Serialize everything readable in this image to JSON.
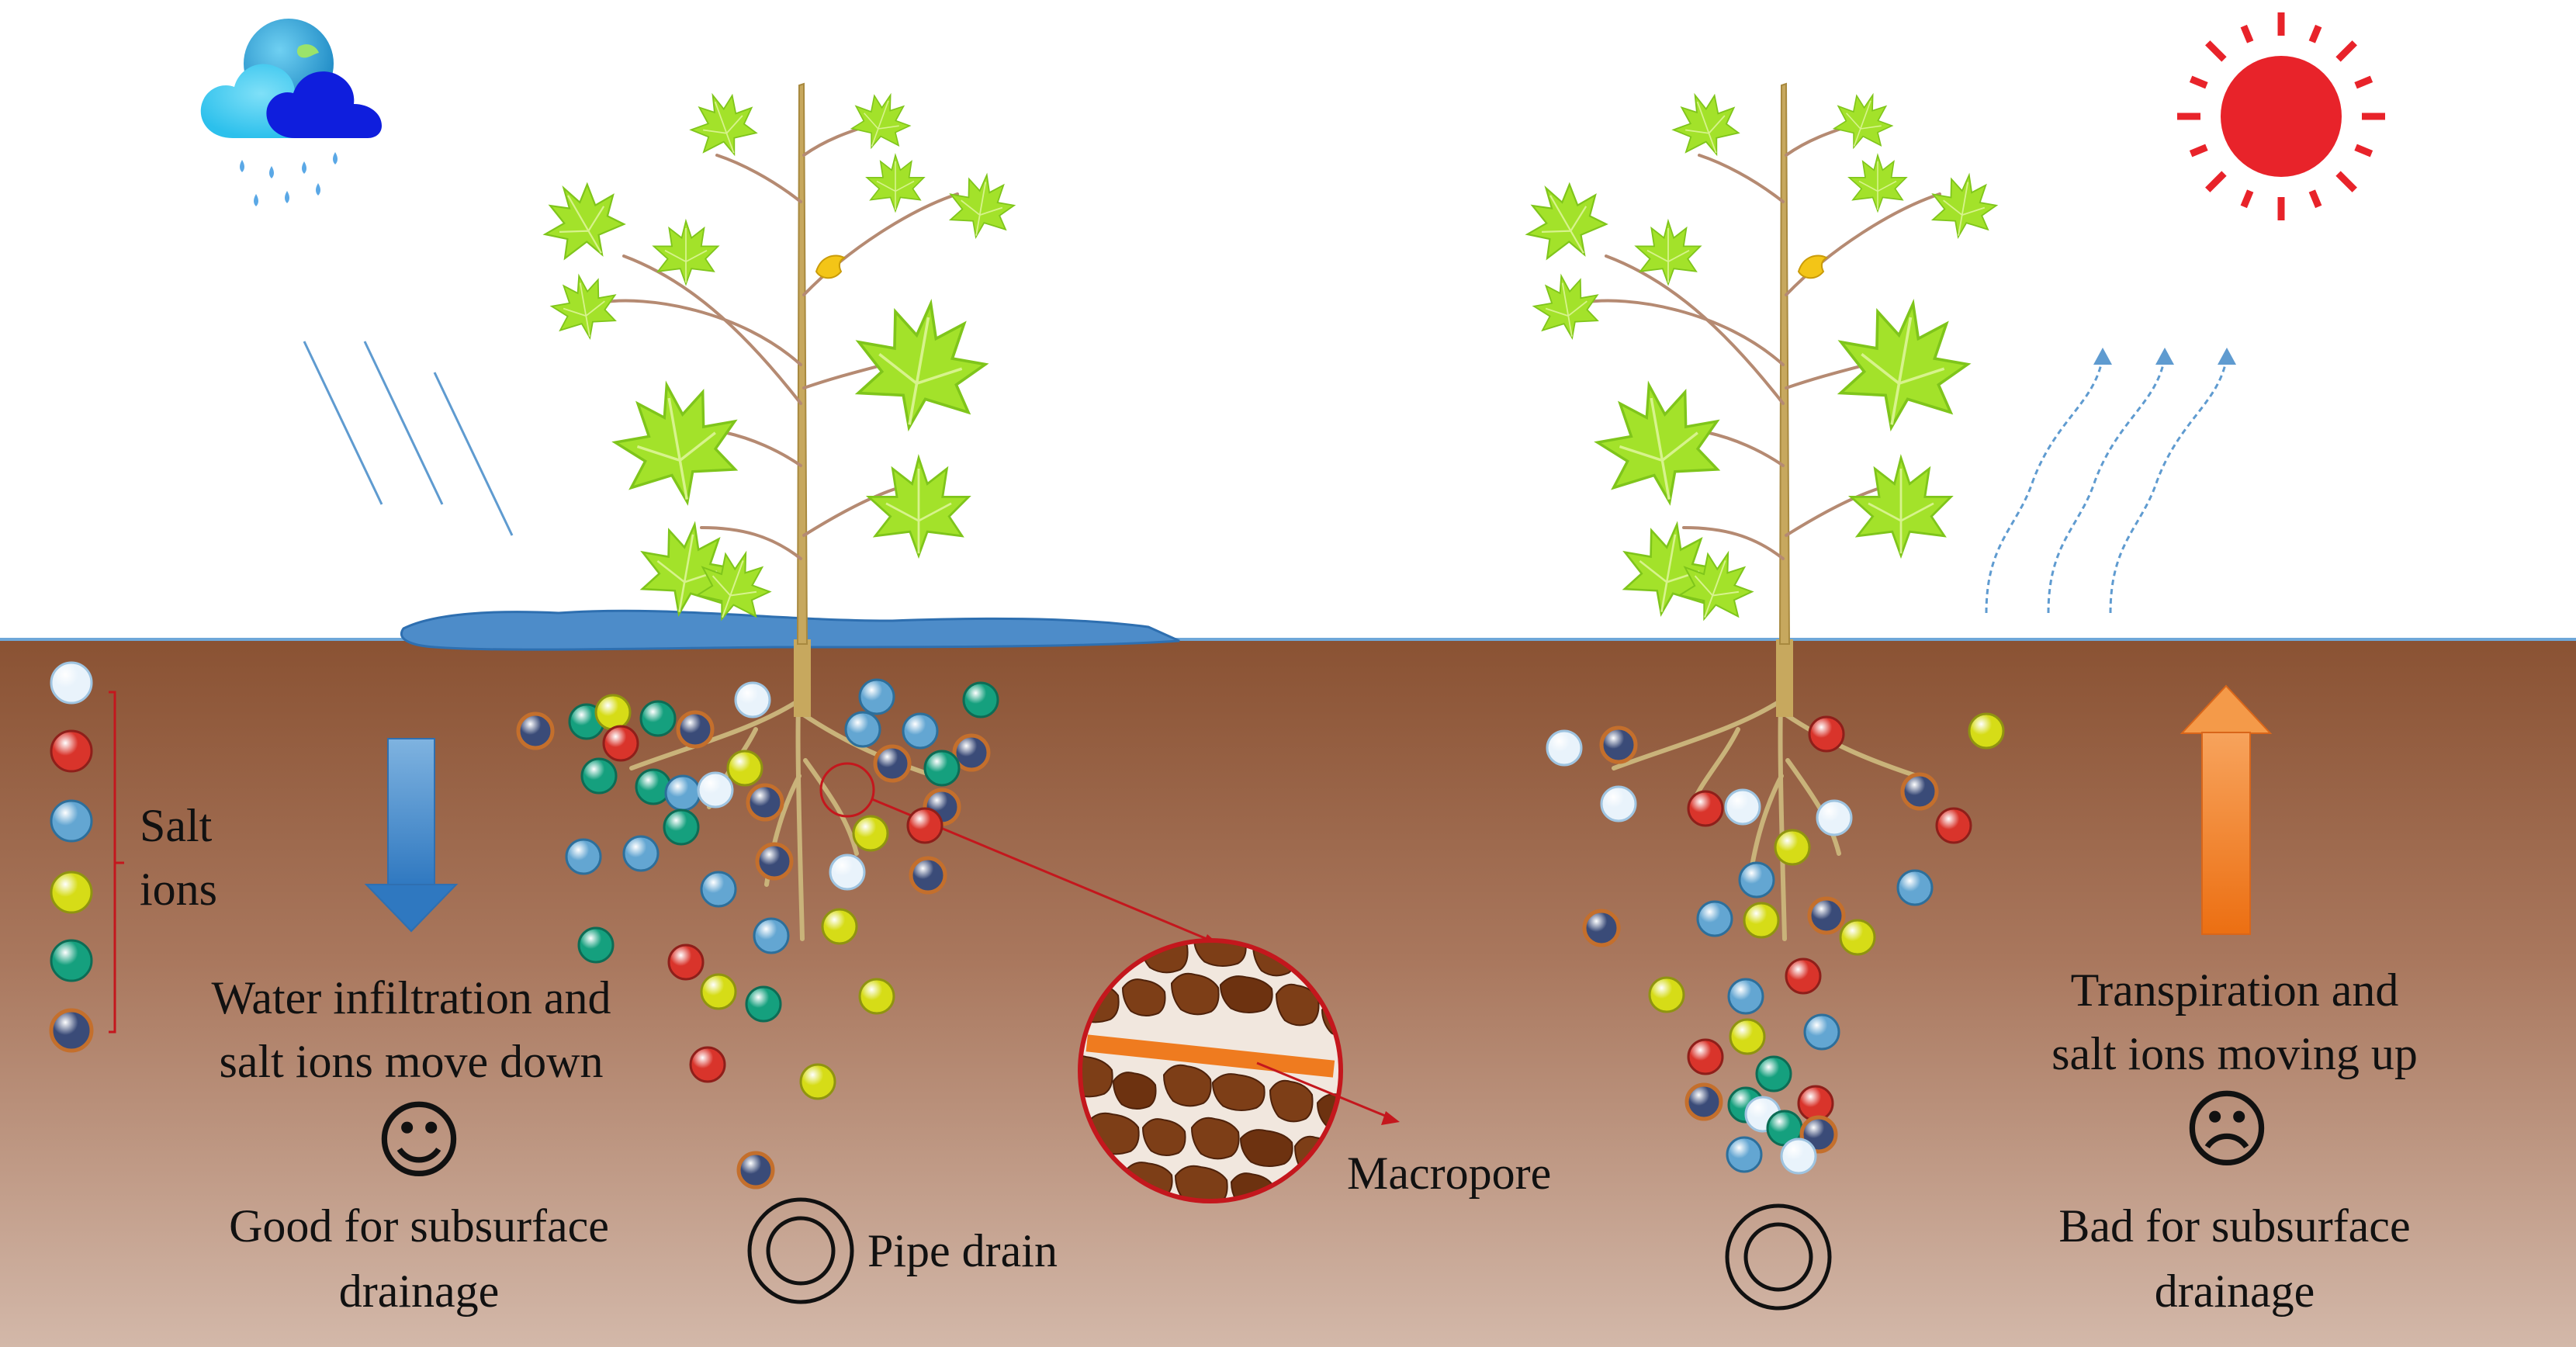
{
  "legend": {
    "label_line1": "Salt",
    "label_line2": "ions",
    "ion_types": [
      {
        "name": "white",
        "color": "#e9f3fb"
      },
      {
        "name": "red",
        "color": "#d9342b"
      },
      {
        "name": "blue",
        "color": "#63a6d2"
      },
      {
        "name": "yellow",
        "color": "#d6dc17"
      },
      {
        "name": "green",
        "color": "#15a07e"
      },
      {
        "name": "navy",
        "color": "#3a4b78"
      }
    ]
  },
  "left_panel": {
    "caption_line1": "Water infiltration and",
    "caption_line2": "salt ions move down",
    "mood_symbol": "☺",
    "verdict_line1": "Good for subsurface",
    "verdict_line2": "drainage",
    "arrow_direction": "down",
    "arrow_color": "#3e87c9"
  },
  "right_panel": {
    "caption_line1": "Transpiration and",
    "caption_line2": "salt ions moving up",
    "mood_symbol": "☹",
    "verdict_line1": "Bad for subsurface",
    "verdict_line2": "drainage",
    "arrow_direction": "up",
    "arrow_color": "#ef7b1f"
  },
  "labels": {
    "pipe_drain": "Pipe drain",
    "macropore": "Macropore"
  },
  "icons": {
    "weather_left": "rain-cloud-icon",
    "weather_right": "sun-icon"
  },
  "colors": {
    "soil_top": "#8a5233",
    "soil_bottom": "#d3b8a9",
    "water": "#4d8cc9",
    "leaf": "#a3e22a",
    "trunk": "#c7a85e",
    "sun": "#e8232a"
  }
}
